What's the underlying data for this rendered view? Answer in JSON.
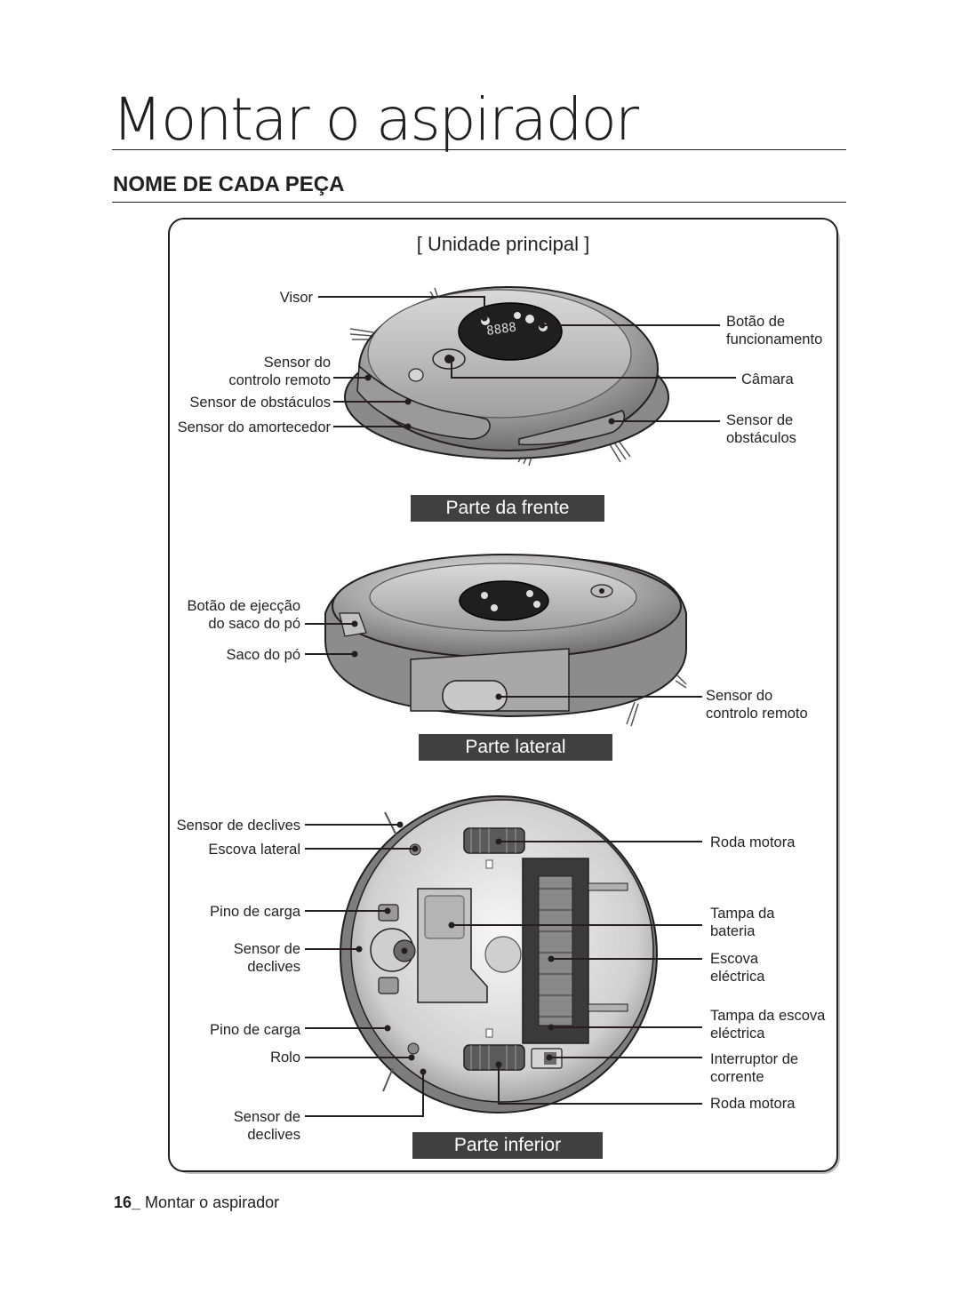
{
  "chapter_title": "Montar o aspirador",
  "section_title": "NOME DE CADA PEÇA",
  "panel_heading": "[ Unidade principal ]",
  "views": {
    "front": {
      "tag": "Parte da frente",
      "labels_left": [
        "Visor",
        "Sensor do\ncontrolo remoto",
        "Sensor de obstáculos",
        "Sensor do amortecedor"
      ],
      "labels_right": [
        "Botão de\nfuncionamento",
        "Câmara",
        "Sensor de\nobstáculos"
      ],
      "display_text": "8888"
    },
    "side": {
      "tag": "Parte lateral",
      "labels_left": [
        "Botão de ejecção\ndo saco do pó",
        "Saco do pó"
      ],
      "labels_right": [
        "Sensor do\ncontrolo remoto"
      ]
    },
    "bottom": {
      "tag": "Parte inferior",
      "labels_left": [
        "Sensor de declives",
        "Escova lateral",
        "Pino de carga",
        "Sensor de\ndeclives",
        "Pino de carga",
        "Rolo",
        "Sensor de\ndeclives"
      ],
      "labels_right": [
        "Roda motora",
        "Tampa da\nbateria",
        "Escova\neléctrica",
        "Tampa da escova\neléctrica",
        "Interruptor de\ncorrente",
        "Roda motora"
      ]
    }
  },
  "footer": {
    "page_number": "16",
    "separator": "_",
    "text": " Montar o aspirador"
  }
}
